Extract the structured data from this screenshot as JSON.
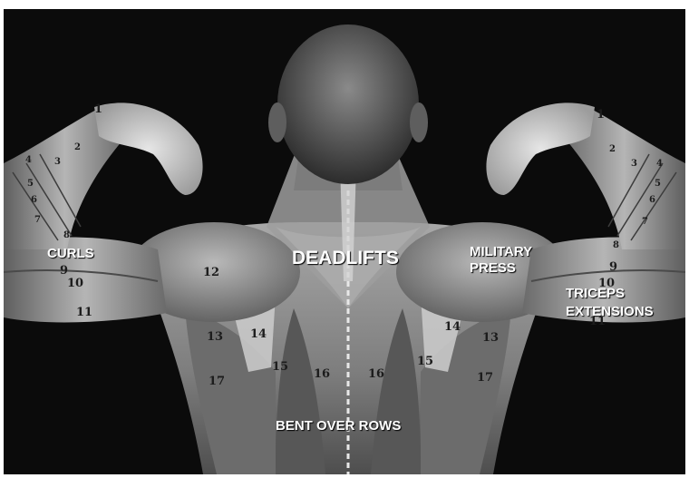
{
  "labels": {
    "curls": "CURLS",
    "deadlifts": "DEADLIFTS",
    "military_press_line1": "MILITARY",
    "military_press_line2": "PRESS",
    "triceps_line1": "TRICEPS",
    "triceps_line2": "EXTENSIONS",
    "rows": "BENT OVER ROWS"
  },
  "muscle_numbers": {
    "left_forearm": [
      "1",
      "2",
      "3",
      "4",
      "5",
      "6",
      "7",
      "8"
    ],
    "left_upper_arm": [
      "9",
      "10",
      "11"
    ],
    "left_shoulder": "12",
    "left_back": [
      "13",
      "14",
      "15",
      "16",
      "17"
    ],
    "right_forearm": [
      "1",
      "2",
      "3",
      "4",
      "5",
      "6",
      "7",
      "8"
    ],
    "right_upper_arm": [
      "9",
      "10",
      "11"
    ],
    "right_back": [
      "13",
      "14",
      "15",
      "16",
      "17"
    ]
  },
  "colors": {
    "background": "#0b0b0b",
    "skin_light": "#d9d9d9",
    "skin_mid": "#9a9a9a",
    "skin_dark": "#4a4a4a",
    "label_text": "#ffffff"
  }
}
